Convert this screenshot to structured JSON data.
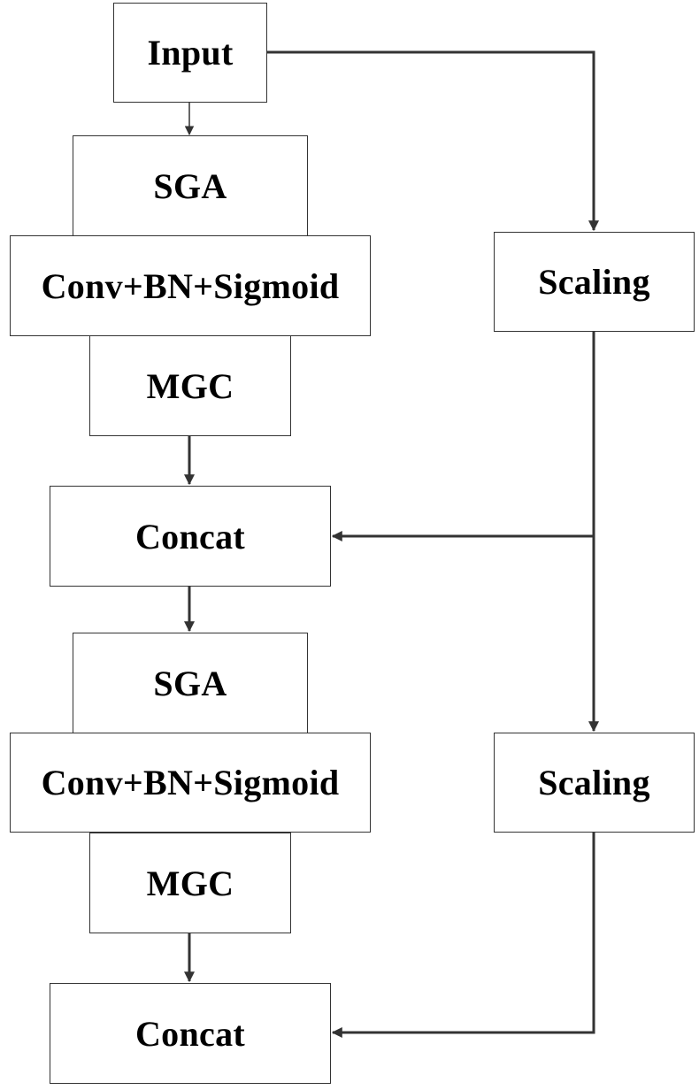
{
  "nodes": {
    "input": "Input",
    "sga_1": "SGA",
    "conv_1": "Conv+BN+Sigmoid",
    "mgc_1": "MGC",
    "concat_1": "Concat",
    "sga_2": "SGA",
    "conv_2": "Conv+BN+Sigmoid",
    "mgc_2": "MGC",
    "concat_2": "Concat",
    "scaling_1": "Scaling",
    "scaling_2": "Scaling"
  },
  "edges": [
    {
      "from": "input",
      "to": "sga_1"
    },
    {
      "from": "input",
      "to": "scaling_1"
    },
    {
      "from": "mgc_1",
      "to": "concat_1"
    },
    {
      "from": "scaling_1",
      "to": "concat_1"
    },
    {
      "from": "scaling_1",
      "to": "scaling_2"
    },
    {
      "from": "concat_1",
      "to": "sga_2"
    },
    {
      "from": "mgc_2",
      "to": "concat_2"
    },
    {
      "from": "scaling_2",
      "to": "concat_2"
    }
  ],
  "colors": {
    "stroke": "#333333",
    "text": "#000000",
    "background": "#ffffff"
  }
}
